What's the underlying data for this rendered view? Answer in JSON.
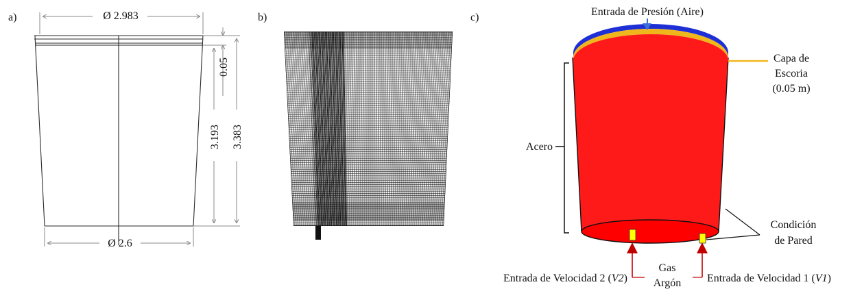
{
  "panels": {
    "a": {
      "label": "a)",
      "top_diameter": "Ø 2.983",
      "bottom_diameter": "Ø 2.6",
      "slag_thickness": "0.05",
      "steel_height": "3.193",
      "total_height": "3.383"
    },
    "b": {
      "label": "b)"
    },
    "c": {
      "label": "c)",
      "pressure_inlet": "Entrada de Presión (Aire)",
      "slag_line1": "Capa de",
      "slag_line2": "Escoria",
      "slag_line3": "(0.05 m)",
      "steel": "Acero",
      "wall_line1": "Condición",
      "wall_line2": "de Pared",
      "gas_line1": "Gas",
      "gas_line2": "Argón",
      "v2_text": "Entrada de Velocidad 2 (",
      "v2_sym": "V2",
      "v1_text": "Entrada de Velocidad 1 (",
      "v1_sym": "V1",
      "close_paren": ")"
    }
  },
  "colors": {
    "steel": "#ff1a1a",
    "steel_bottom": "#ff0000",
    "slag": "#f0b71c",
    "air": "#1f2fd6",
    "inlet": "#ffff00",
    "arrow": "#c00000",
    "pressure_arrow": "#3a6fd8",
    "mesh": "#111111"
  }
}
